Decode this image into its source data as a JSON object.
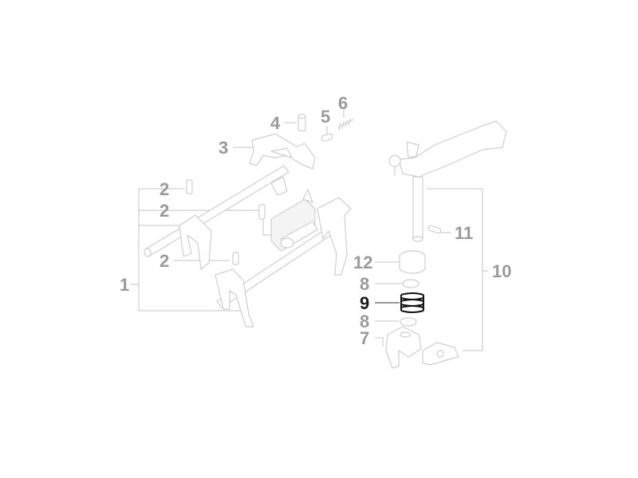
{
  "diagram": {
    "highlight_color": "#1a1a1a",
    "label_color": "#9a9a9a",
    "line_color": "#cfcfcf",
    "callouts": {
      "c1": "1",
      "c2a": "2",
      "c2b": "2",
      "c2c": "2",
      "c3": "3",
      "c4": "4",
      "c5": "5",
      "c6": "6",
      "c7": "7",
      "c8a": "8",
      "c8b": "8",
      "c9": "9",
      "c10": "10",
      "c11": "11",
      "c12": "12"
    },
    "highlighted_part": "9"
  }
}
